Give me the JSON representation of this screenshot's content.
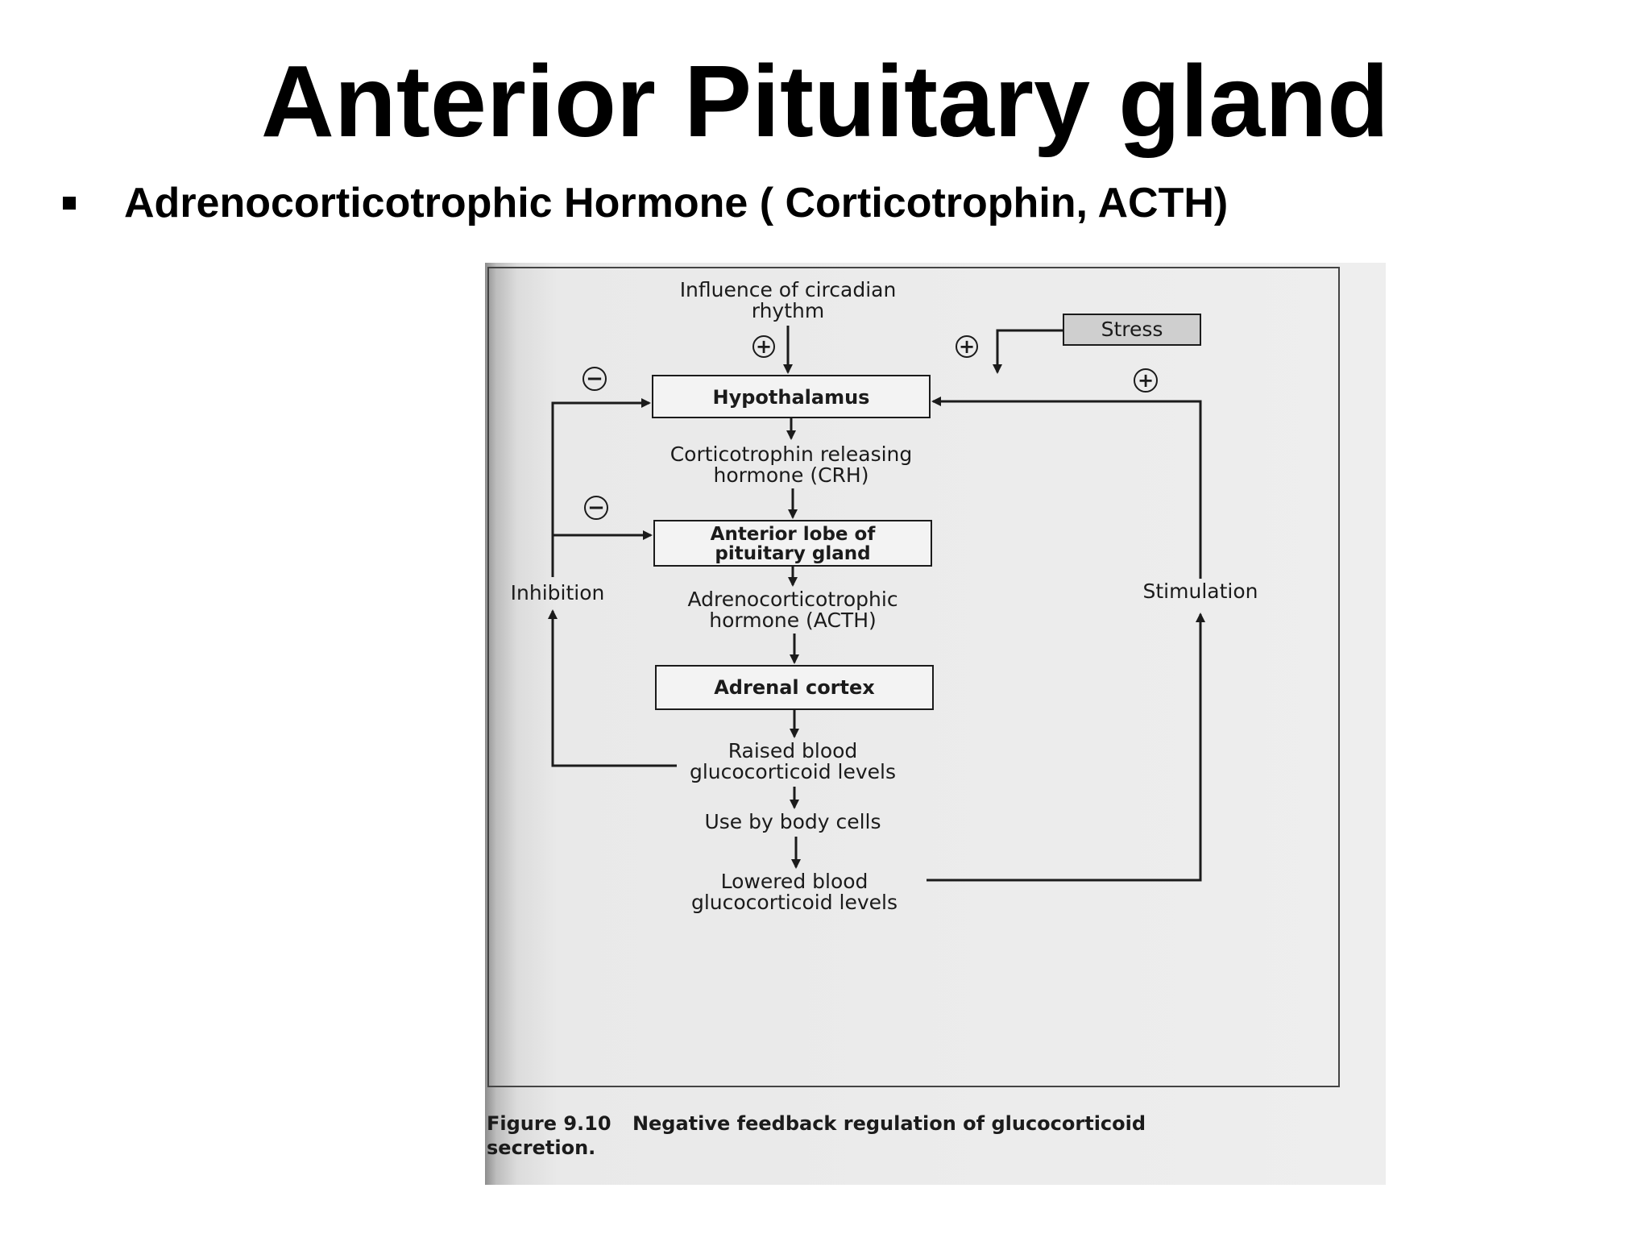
{
  "slide": {
    "title": "Anterior Pituitary gland",
    "bullet": "Adrenocorticotrophic Hormone ( Corticotrophin, ACTH)"
  },
  "diagram": {
    "circadian": [
      "Influence of circadian",
      "rhythm"
    ],
    "stress": "Stress",
    "hypothalamus": "Hypothalamus",
    "crh": [
      "Corticotrophin releasing",
      "hormone (CRH)"
    ],
    "anterior_lobe": [
      "Anterior lobe of",
      "pituitary gland"
    ],
    "acth": [
      "Adrenocorticotrophic",
      "hormone (ACTH)"
    ],
    "adrenal_cortex": "Adrenal cortex",
    "raised": [
      "Raised blood",
      "glucocorticoid levels"
    ],
    "use": "Use by body cells",
    "lowered": [
      "Lowered blood",
      "glucocorticoid levels"
    ],
    "inhibition": "Inhibition",
    "stimulation": "Stimulation",
    "plus_sign": "+",
    "minus_sign": "−",
    "caption": {
      "number": "Figure 9.10",
      "line1": "Negative feedback regulation of glucocorticoid",
      "line2": "secretion."
    }
  },
  "colors": {
    "ink": "#1b1b1b",
    "paper": "#eeeeee",
    "stress_box": "#cfcfcf"
  }
}
